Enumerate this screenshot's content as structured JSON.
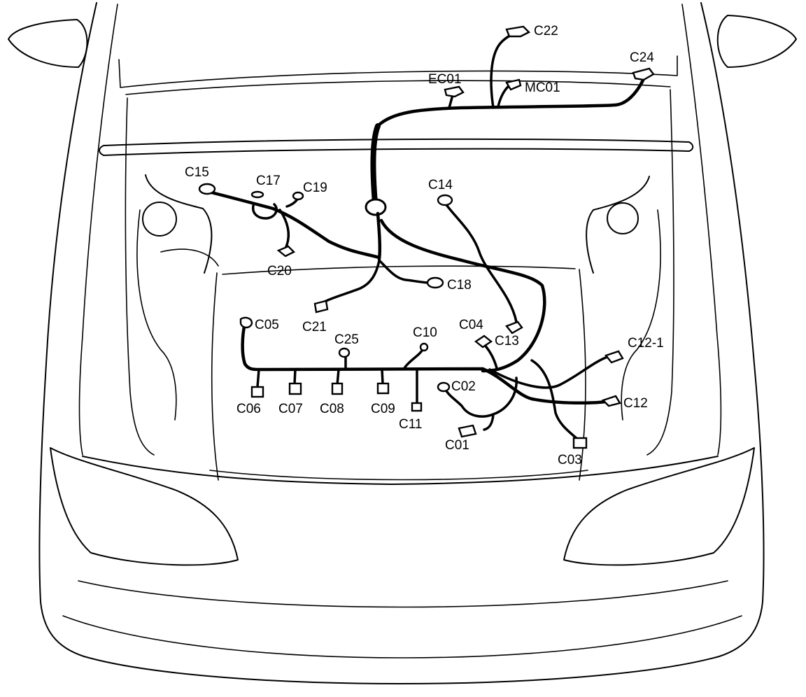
{
  "diagram": {
    "connectors": {
      "c22": "C22",
      "c24": "C24",
      "ec01": "EC01",
      "mc01": "MC01",
      "c15": "C15",
      "c17": "C17",
      "c19": "C19",
      "c14": "C14",
      "c20": "C20",
      "c18": "C18",
      "c21": "C21",
      "c05": "C05",
      "c25": "C25",
      "c10": "C10",
      "c04": "C04",
      "c13": "C13",
      "c12_1": "C12-1",
      "c02": "C02",
      "c12": "C12",
      "c06": "C06",
      "c07": "C07",
      "c08": "C08",
      "c09": "C09",
      "c11": "C11",
      "c01": "C01",
      "c03": "C03"
    }
  }
}
